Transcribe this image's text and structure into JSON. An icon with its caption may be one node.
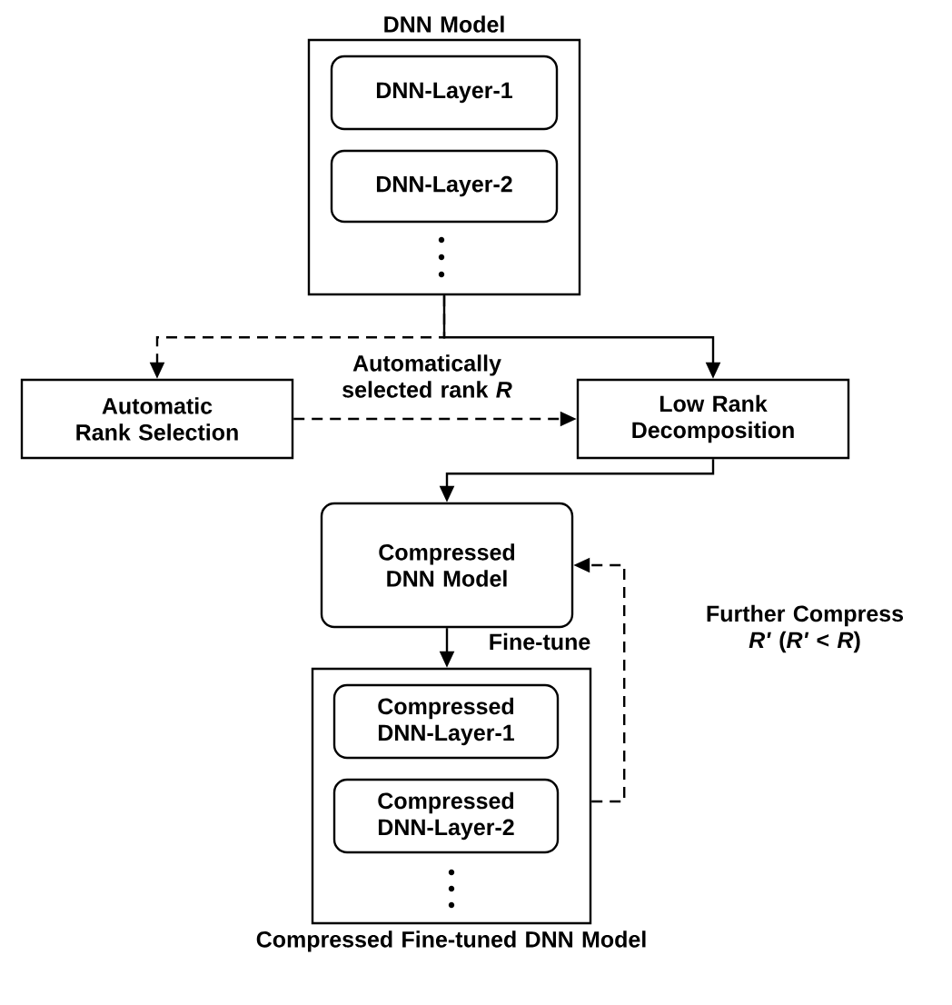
{
  "diagram": {
    "nodes": [
      {
        "text": [
          "DNN Model"
        ]
      },
      {
        "text": [
          "DNN-Layer-1"
        ],
        "in": 0
      },
      {
        "text": [
          "DNN-Layer-2"
        ],
        "in": 0
      },
      {
        "text": [
          "Automatic Rank Selection"
        ]
      },
      {
        "text": [
          "Low Rank Decomposition"
        ]
      },
      {
        "text": [
          "Compressed DNN Model"
        ]
      },
      {
        "text": [
          "Compressed Fine-tuned DNN Model"
        ]
      },
      {
        "text": [
          "Compressed DNN-Layer-1"
        ],
        "in": 6
      },
      {
        "text": [
          "Compressed DNN-Layer-2"
        ],
        "in": 6
      }
    ],
    "edges": [
      {
        "from": 0,
        "to": 3,
        "arrow": "to",
        "style": "dashed"
      },
      {
        "from": 0,
        "to": 4,
        "arrow": "to"
      },
      {
        "from": 3,
        "to": 4,
        "arrow": "to",
        "style": "dashed",
        "label": "Automatically selected rank *R*"
      },
      {
        "from": 4,
        "to": 5,
        "arrow": "to"
      },
      {
        "from": 5,
        "to": 6,
        "arrow": "to",
        "label": "Fine-tune"
      },
      {
        "from": 6,
        "to": 5,
        "arrow": "to",
        "style": "dashed",
        "label": "Further Compress *R'* (*R'* < *R*)"
      }
    ]
  }
}
